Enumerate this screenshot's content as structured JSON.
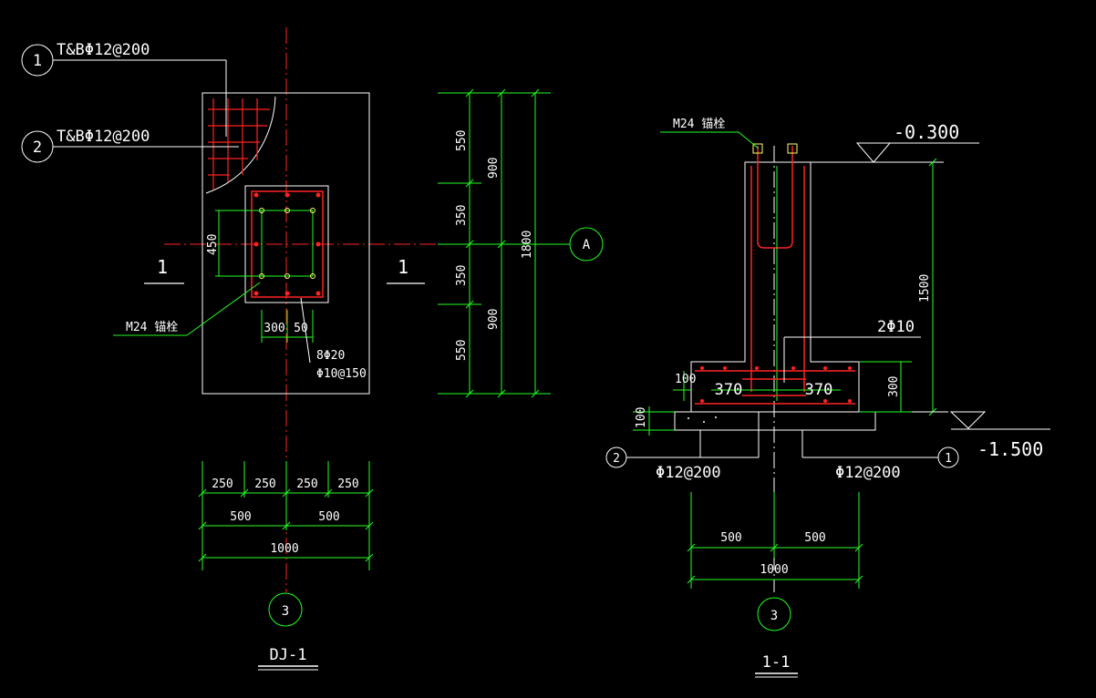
{
  "colors": {
    "background": "#000000",
    "outline": "#ffffff",
    "rebar": "#ff2222",
    "dimension": "#22ff22",
    "axis": "#ff2222",
    "text": "#ffffff",
    "anchor": "#ffff66"
  },
  "plan": {
    "callout_1_number": "1",
    "callout_1_text": "T&BΦ12@200",
    "callout_2_number": "2",
    "callout_2_text": "T&BΦ12@200",
    "anchor_label": "M24 锚栓",
    "column_dim_450": "450",
    "column_dim_300": "300",
    "column_dim_50": "50",
    "column_rebar": "8Φ20",
    "column_stirrup": "Φ10@150",
    "section_mark_left": "1",
    "section_mark_right": "1",
    "dim_550_top": "550",
    "dim_350_top": "350",
    "dim_350_bottom": "350",
    "dim_550_bottom": "550",
    "dim_900_top": "900",
    "dim_900_bottom": "900",
    "dim_1800": "1800",
    "axis_a": "A",
    "dim_250_1": "250",
    "dim_250_2": "250",
    "dim_250_3": "250",
    "dim_250_4": "250",
    "dim_500_left": "500",
    "dim_500_right": "500",
    "dim_1000": "1000",
    "axis_3": "3",
    "title": "DJ-1"
  },
  "section": {
    "anchor_label": "M24 锚栓",
    "elev_top": "-0.300",
    "elev_bottom": "-1.500",
    "dim_1500": "1500",
    "stirrup_label": "2Φ10",
    "dim_100_side": "100",
    "dim_370_left": "370",
    "dim_370_right": "370",
    "dim_300": "300",
    "dim_100_bottom": "100",
    "callout_2_number": "2",
    "callout_1_number": "1",
    "rebar_left": "Φ12@200",
    "rebar_right": "Φ12@200",
    "dim_500_left": "500",
    "dim_500_right": "500",
    "dim_1000": "1000",
    "axis_3": "3",
    "title": "1-1"
  }
}
